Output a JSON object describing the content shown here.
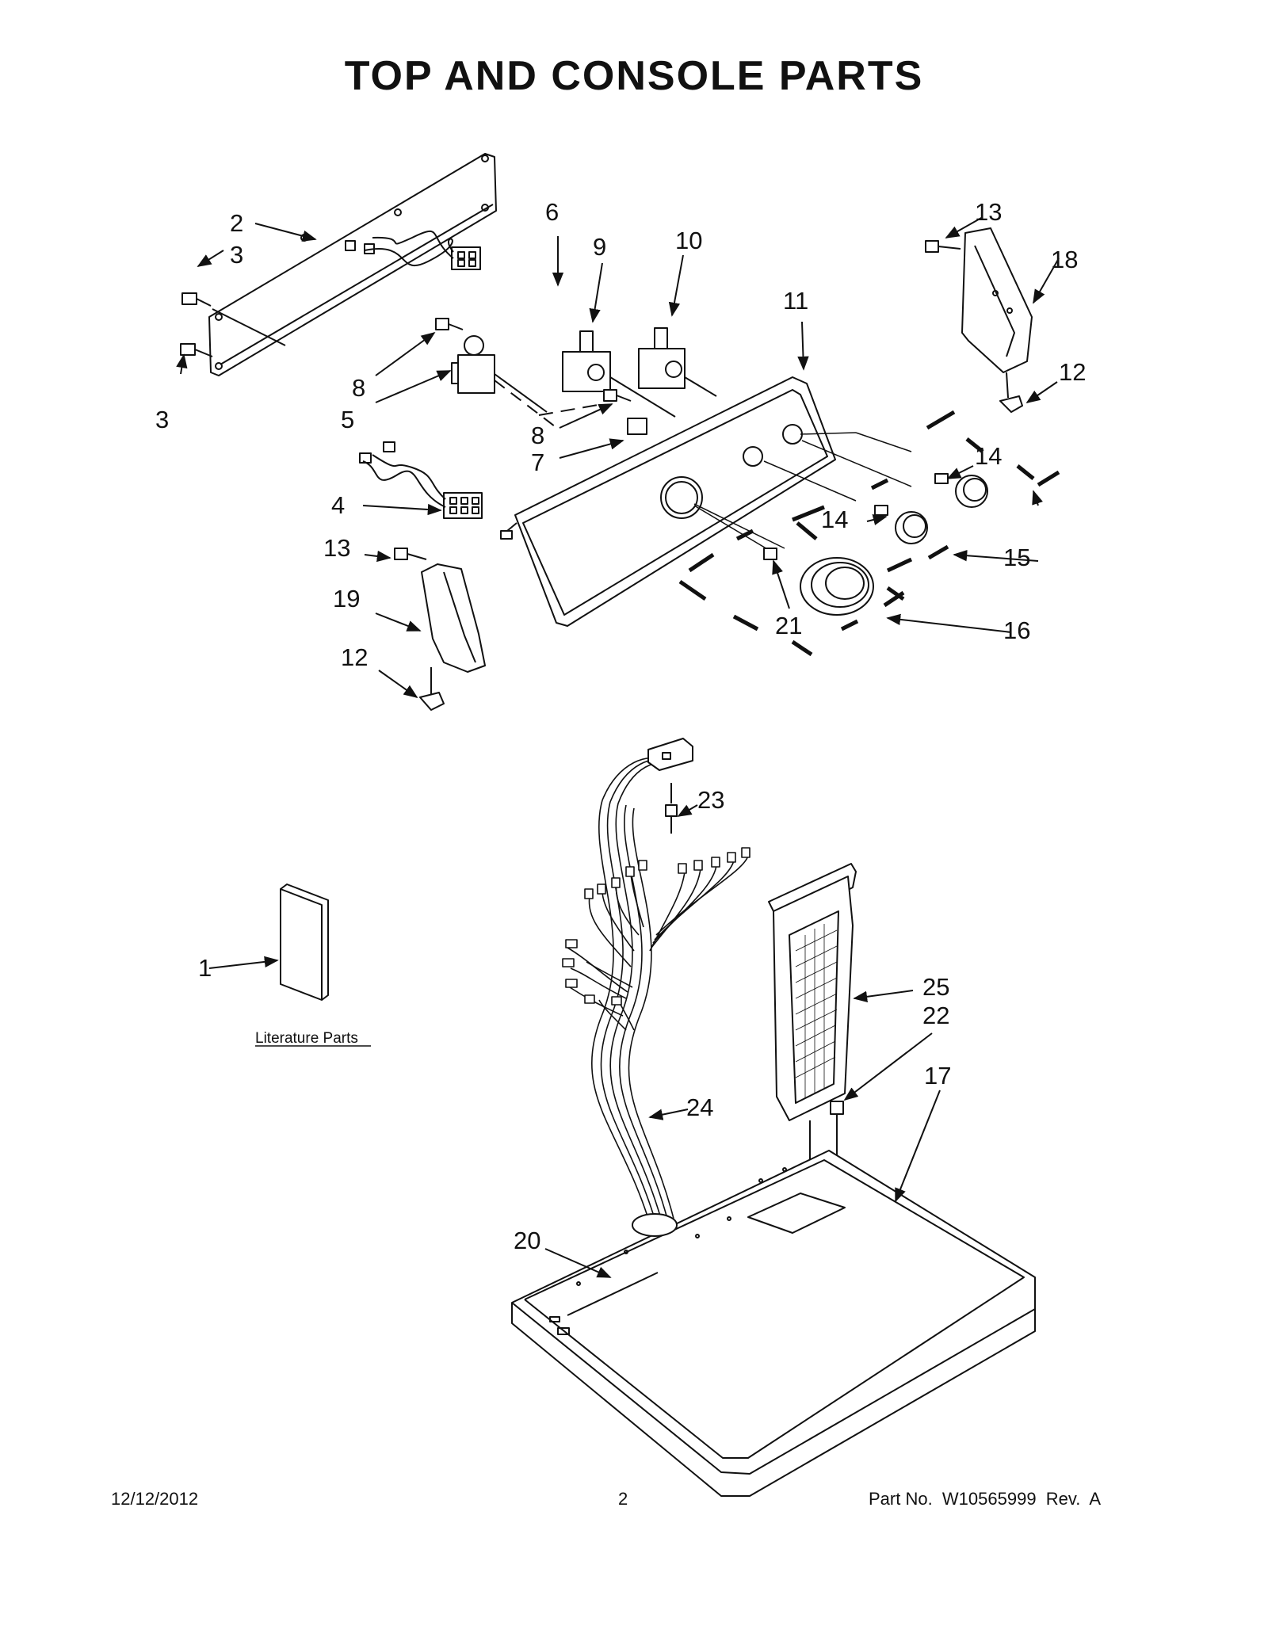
{
  "title": "TOP AND CONSOLE PARTS",
  "literature_label": "Literature Parts",
  "labels": {
    "n1": "1",
    "n2": "2",
    "n3": "3",
    "n4": "4",
    "n5": "5",
    "n6": "6",
    "n7": "7",
    "n8": "8",
    "n9": "9",
    "n10": "10",
    "n11": "11",
    "n12": "12",
    "n13": "13",
    "n14": "14",
    "n15": "15",
    "n16": "16",
    "n17": "17",
    "n18": "18",
    "n19": "19",
    "n20": "20",
    "n21": "21",
    "n22": "22",
    "n23": "23",
    "n24": "24",
    "n25": "25"
  },
  "footer": {
    "date": "12/12/2012",
    "page": "2",
    "part_no": "Part No.  W10565999  Rev.  A"
  }
}
